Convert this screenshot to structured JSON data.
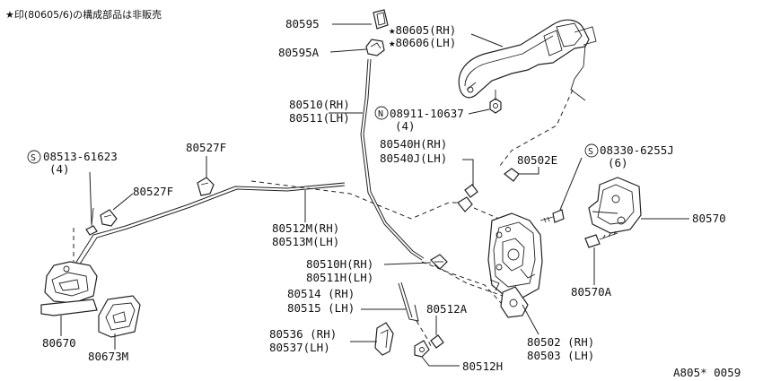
{
  "header_note": "★印(80605/6)の構成部品は非販売",
  "footer_code": "A805* 0059",
  "callouts": {
    "p80595": "80595",
    "p80595a": "80595A",
    "p80605": "★80605(RH)",
    "p80606": "★80606(LH)",
    "p80510": "80510(RH)",
    "p80511": "80511(LH)",
    "nut_code": "08911-10637",
    "nut_qty": "(4)",
    "nut_symbol": "N",
    "p80540h": "80540H(RH)",
    "p80540j": "80540J(LH)",
    "p80502e": "80502E",
    "screw_code": "08330-6255J",
    "screw_qty": "(6)",
    "screw_symbol": "S",
    "p80570": "80570",
    "p80570a": "80570A",
    "p80527f_top": "80527F",
    "p80527f_left": "80527F",
    "bolt_code": "08513-61623",
    "bolt_qty": "(4)",
    "bolt_symbol": "S",
    "p80512m": "80512M(RH)",
    "p80513m": "80513M(LH)",
    "p80510h": "80510H(RH)",
    "p80511h": "80511H(LH)",
    "p80514": "80514 (RH)",
    "p80515": "80515 (LH)",
    "p80512a": "80512A",
    "p80536": "80536 (RH)",
    "p80537": "80537(LH)",
    "p80512h": "80512H",
    "p80502": "80502 (RH)",
    "p80503": "80503 (LH)",
    "p80670": "80670",
    "p80673m": "80673M"
  }
}
